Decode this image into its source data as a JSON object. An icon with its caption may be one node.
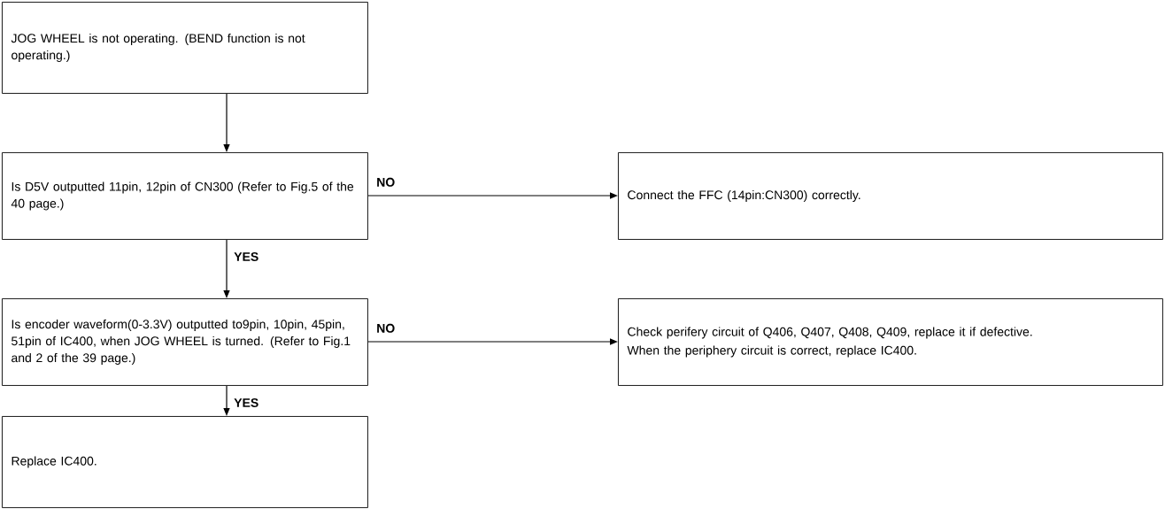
{
  "diagram": {
    "nodes": [
      {
        "text": [
          "JOG WHEEL is not operating. (BEND function is not operating.)"
        ]
      },
      {
        "text": [
          "Is D5V outputted 11pin, 12pin of CN300 (Refer to Fig.5 of the 40 page.)"
        ]
      },
      {
        "text": [
          "Connect the FFC (14pin:CN300) correctly."
        ]
      },
      {
        "text": [
          "Is encoder waveform(0-3.3V) outputted to9pin, 10pin, 45pin, 51pin of IC400, when JOG WHEEL is turned. (Refer to Fig.1 and 2 of the 39 page.)"
        ]
      },
      {
        "text": [
          "Check perifery circuit of Q406, Q407, Q408, Q409, replace it if defective.",
          "When the periphery circuit is correct, replace IC400."
        ]
      },
      {
        "text": [
          "Replace IC400."
        ]
      }
    ],
    "edges": [
      {
        "from": 0,
        "to": 1,
        "arrow": "to"
      },
      {
        "from": 1,
        "to": 2,
        "arrow": "to",
        "label": "NO"
      },
      {
        "from": 1,
        "to": 3,
        "arrow": "to",
        "label": "YES"
      },
      {
        "from": 3,
        "to": 4,
        "arrow": "to",
        "label": "NO"
      },
      {
        "from": 3,
        "to": 5,
        "arrow": "to",
        "label": "YES"
      }
    ]
  }
}
